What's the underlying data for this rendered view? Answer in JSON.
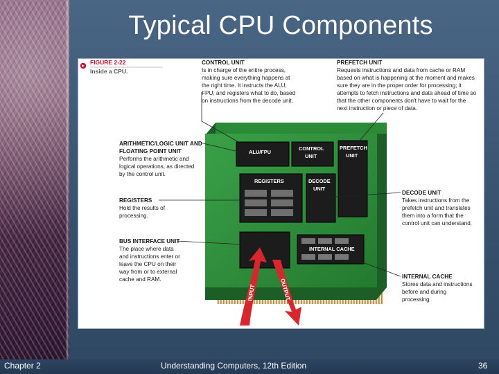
{
  "slide": {
    "title": "Typical CPU Components"
  },
  "figure": {
    "number": "FIGURE 2-22",
    "caption": "Inside a CPU.",
    "chip_labels": {
      "alu": "ALU/FPU",
      "control": [
        "CONTROL",
        "UNIT"
      ],
      "prefetch": [
        "PREFETCH",
        "UNIT"
      ],
      "registers": "REGISTERS",
      "decode": [
        "DECODE",
        "UNIT"
      ],
      "cache": "INTERNAL CACHE",
      "input": "INPUT",
      "output": "OUTPUT"
    },
    "callouts": {
      "control_unit": {
        "title": "CONTROL UNIT",
        "lines": [
          "Is in charge of the entire process,",
          "making sure everything happens at",
          "the right time. It instructs the ALU,",
          "FPU, and registers what to do, based",
          "on instructions from the decode unit."
        ]
      },
      "prefetch_unit": {
        "title": "PREFETCH UNIT",
        "lines": [
          "Requests instructions and data from cache or RAM",
          "based on what is happening at the moment and makes",
          "sure they are in the proper order for processing; it",
          "attempts to fetch instructions and data ahead of time so",
          "that the other components don't have to wait for the",
          "next instruction or piece of data."
        ]
      },
      "alu": {
        "title_lines": [
          "ARITHMETIC/LOGIC UNIT AND",
          "FLOATING POINT UNIT"
        ],
        "lines": [
          "Performs the arithmetic and",
          "logical operations, as directed",
          "by the control unit."
        ]
      },
      "registers": {
        "title": "REGISTERS",
        "lines": [
          "Hold the results of",
          "processing."
        ]
      },
      "bus_interface": {
        "title": "BUS INTERFACE UNIT",
        "lines": [
          "The place where data",
          "and instructions enter or",
          "leave the CPU on their",
          "way from or to external",
          "cache and RAM."
        ]
      },
      "decode_unit": {
        "title": "DECODE UNIT",
        "lines": [
          "Takes instructions from the",
          "prefetch unit and translates",
          "them into a form that the",
          "control unit can understand."
        ]
      },
      "internal_cache": {
        "title": "INTERNAL CACHE",
        "lines": [
          "Stores data and instructions",
          "before and during",
          "processing."
        ]
      }
    }
  },
  "footer": {
    "left": "Chapter 2",
    "center": "Understanding Computers, 12th Edition",
    "page": "36"
  },
  "colors": {
    "board_green": "#2e8a3a",
    "board_dark": "#1d5e26",
    "chip_black": "#1c1c1c",
    "arrow_red": "#d9262c",
    "accent_red": "#c8102e",
    "pins_gold": "#c9a24a"
  }
}
